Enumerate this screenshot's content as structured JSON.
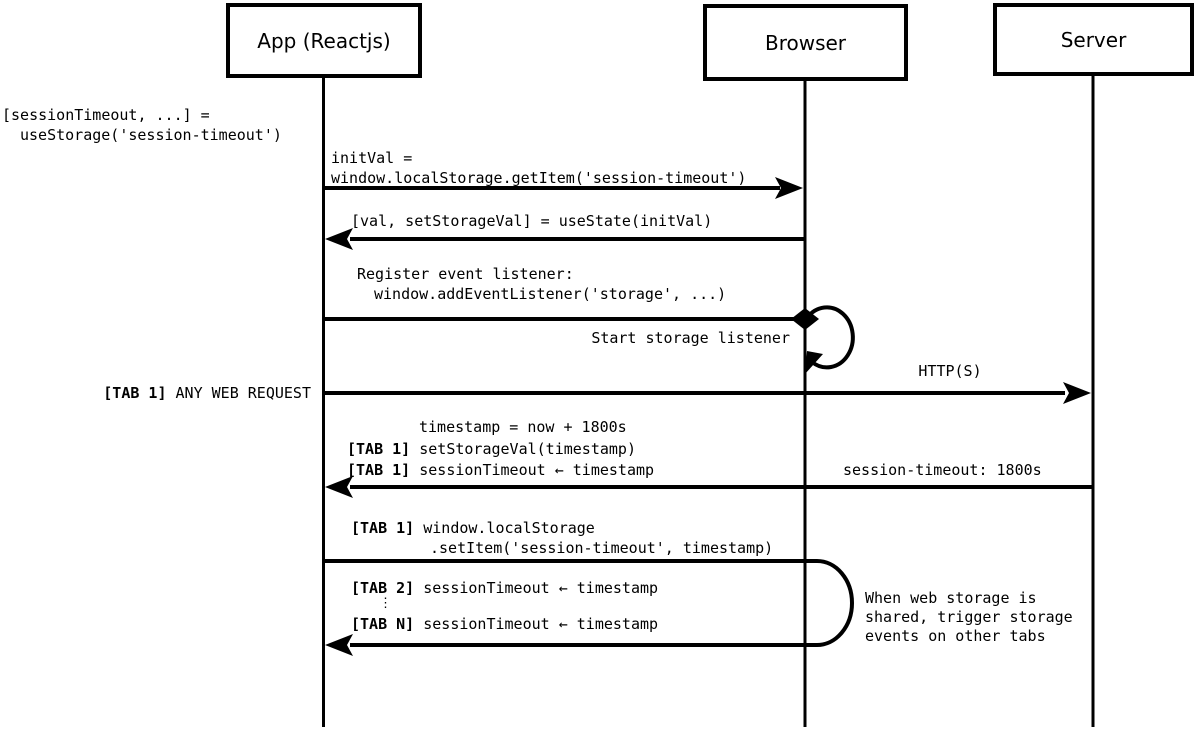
{
  "actors": {
    "app": "App (Reactjs)",
    "browser": "Browser",
    "server": "Server"
  },
  "notes": {
    "hook_line1": "[sessionTimeout, ...] =",
    "hook_line2": "useStorage('session-timeout')",
    "shared_line1": "When web storage is",
    "shared_line2": "shared, trigger storage",
    "shared_line3": "events on other tabs"
  },
  "messages": {
    "get_item_line1": "initVal =",
    "get_item_line2": "window.localStorage.getItem('session-timeout')",
    "use_state": "[val, setStorageVal] = useState(initVal)",
    "register_line1": "Register event listener:",
    "register_line2": "window.addEventListener('storage', ...)",
    "start_listener": "Start storage listener",
    "http": "HTTP(S)",
    "web_request_prefix": "[TAB 1]",
    "web_request_text": " ANY WEB REQUEST",
    "timestamp_calc": "timestamp = now + 1800s",
    "set_storage_val_prefix": "[TAB 1]",
    "set_storage_val_text": " setStorageVal(timestamp)",
    "assign_tab1_prefix": "[TAB 1]",
    "assign_tab1_text": " sessionTimeout ← timestamp",
    "response_header": "session-timeout: 1800s",
    "set_item_prefix": "[TAB 1]",
    "set_item_text": " window.localStorage",
    "set_item_line2": ".setItem('session-timeout', timestamp)",
    "assign_tab2_prefix": "[TAB 2]",
    "assign_tab2_text": " sessionTimeout ← timestamp",
    "ellipsis": "⋮",
    "assign_tabn_prefix": "[TAB N]",
    "assign_tabn_text": " sessionTimeout ← timestamp"
  }
}
